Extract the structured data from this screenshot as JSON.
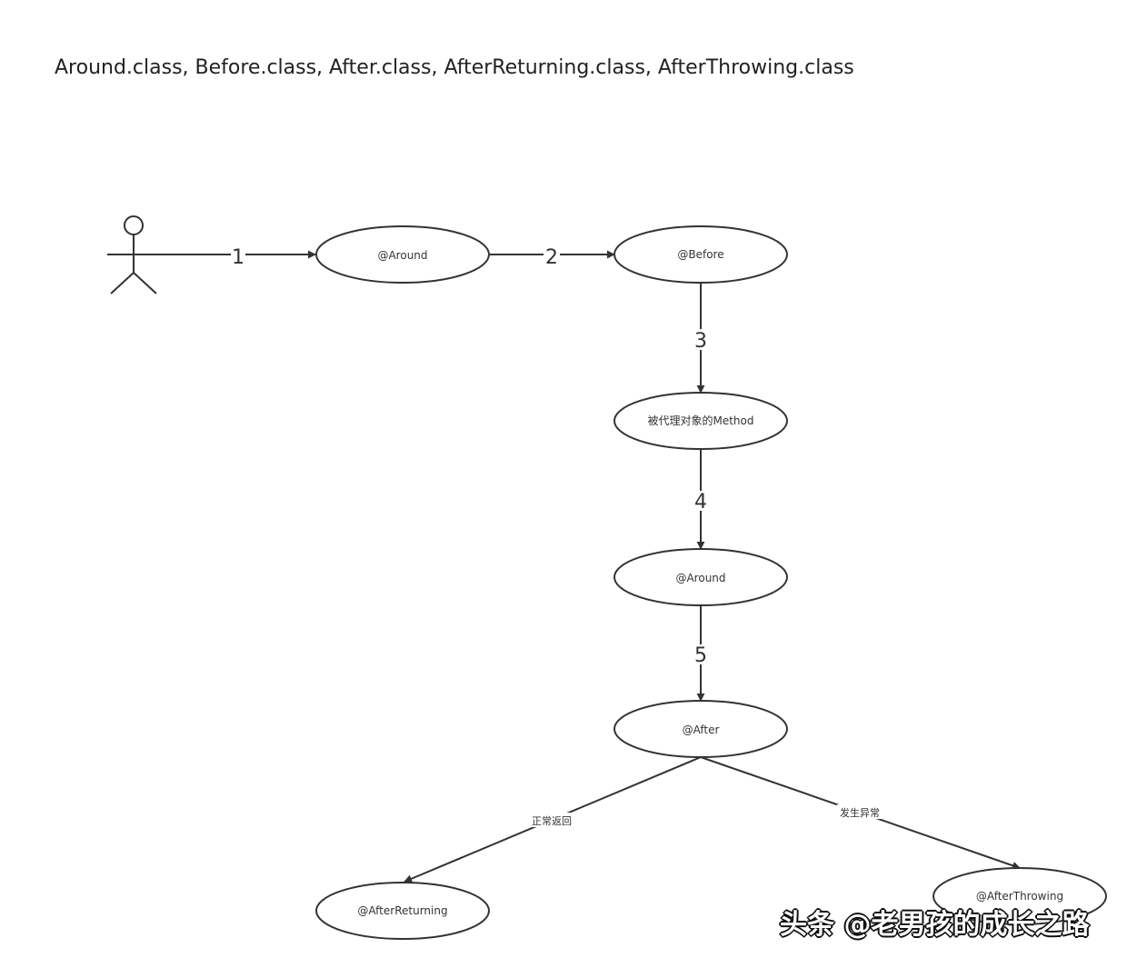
{
  "header": {
    "text": "Around.class, Before.class, After.class, AfterReturning.class, AfterThrowing.class"
  },
  "nodes": {
    "around_1": "@Around",
    "before": "@Before",
    "method": "被代理对象的Method",
    "around_2": "@Around",
    "after": "@After",
    "after_returning": "@AfterReturning",
    "after_throwing": "@AfterThrowing"
  },
  "edges": {
    "step_1": "1",
    "step_2": "2",
    "step_3": "3",
    "step_4": "4",
    "step_5": "5",
    "normal_return": "正常返回",
    "exception": "发生异常"
  },
  "watermark": {
    "text": "头条 @老男孩的成长之路"
  },
  "colors": {
    "stroke": "#333333",
    "background": "#ffffff"
  }
}
